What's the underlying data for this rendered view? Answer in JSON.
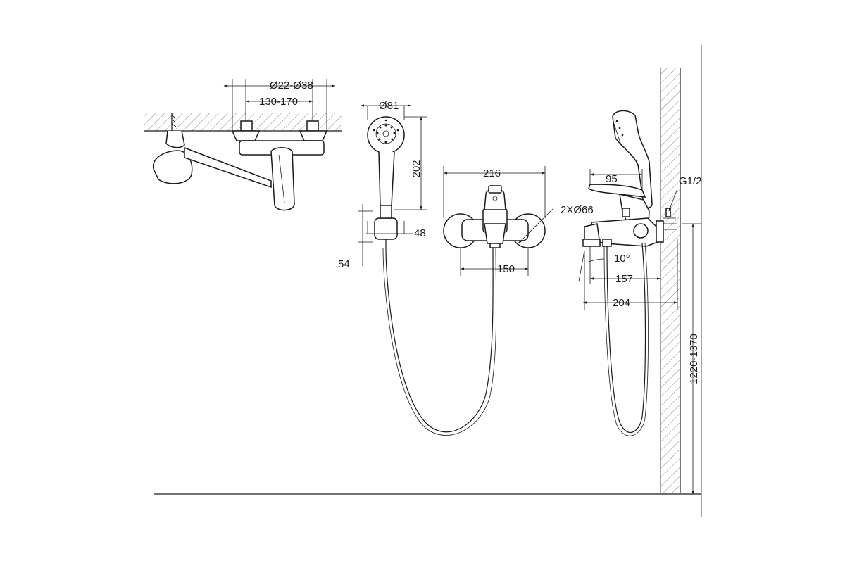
{
  "dimensions": {
    "inlet_diameter": "Ø22-Ø38",
    "inlet_spacing": "130-170",
    "head_diameter": "Ø81",
    "handset_length": "202",
    "body_width": "216",
    "flange_diameter": "2XØ66",
    "holder_width": "48",
    "holder_height": "54",
    "center_spacing": "150",
    "handle_depth": "95",
    "thread": "G1/2",
    "angle": "10°",
    "spout_reach": "157",
    "total_depth": "204",
    "mounting_height": "1220-1370"
  }
}
